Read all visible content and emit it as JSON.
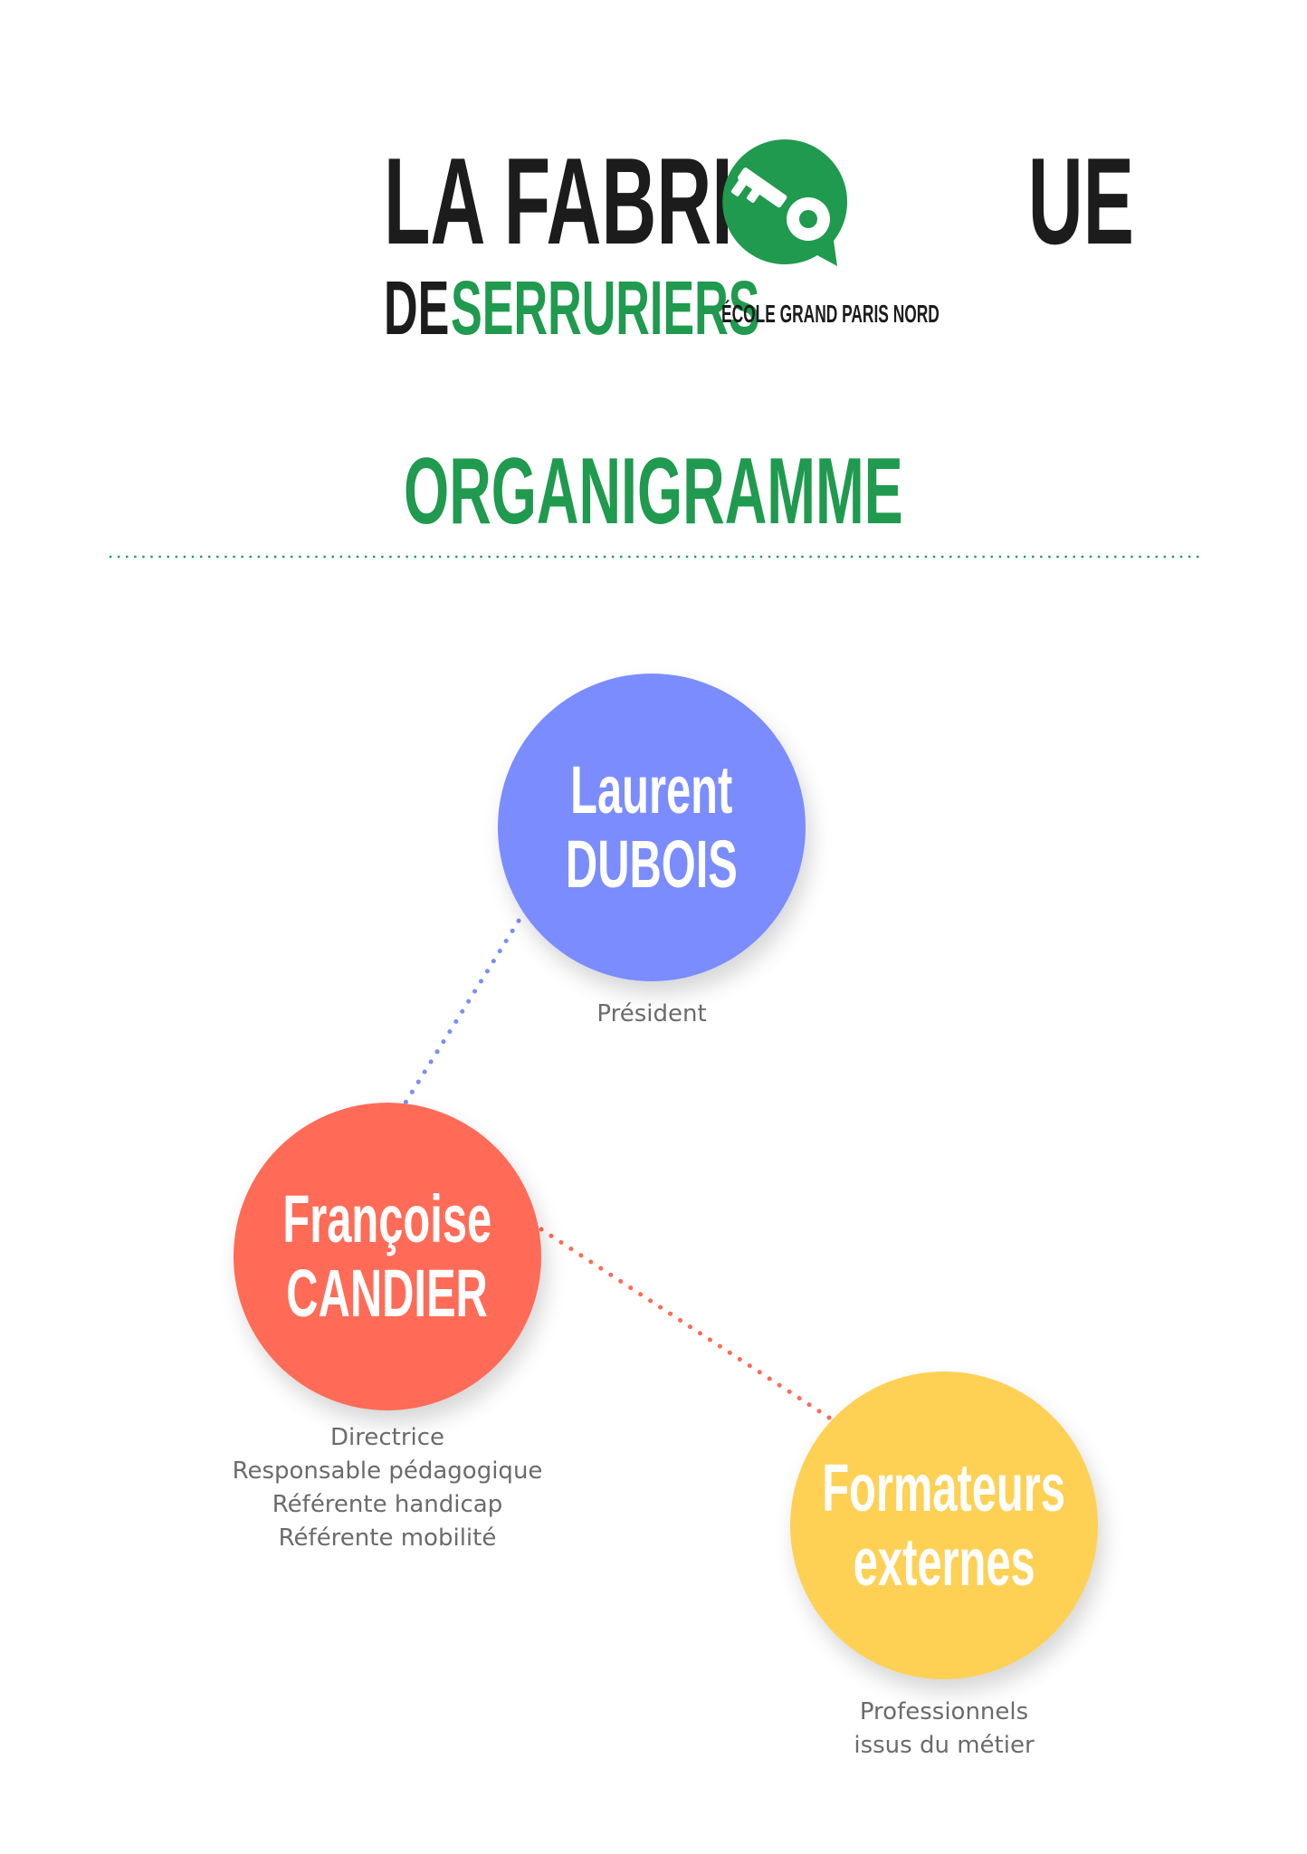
{
  "logo": {
    "line1_start": "LA FABRI",
    "line1_end": "UE",
    "line2_prefix": "DE",
    "line2_highlight": "SERRURIERS",
    "tagline": "ÉCOLE GRAND PARIS NORD",
    "icon": "key-speech-bubble-icon",
    "colors": {
      "dark": "#1c1c1c",
      "green": "#1f9a4e"
    }
  },
  "title": "ORGANIGRAMME",
  "nodes": {
    "president": {
      "name_line1": "Laurent",
      "name_line2": "DUBOIS",
      "role_lines": [
        "Président"
      ],
      "color": "#7b8cff"
    },
    "directrice": {
      "name_line1": "Françoise",
      "name_line2": "CANDIER",
      "role_lines": [
        "Directrice",
        "Responsable pédagogique",
        "Référente handicap",
        "Référente mobilité"
      ],
      "color": "#ff6b57"
    },
    "formateurs": {
      "name_line1": "Formateurs",
      "name_line2": "externes",
      "role_lines": [
        "Professionnels",
        "issus du métier"
      ],
      "color": "#fed155"
    }
  },
  "connectors": [
    {
      "from": "president",
      "to": "directrice",
      "color": "#7b8cff"
    },
    {
      "from": "directrice",
      "to": "formateurs",
      "color": "#ff6b57"
    }
  ],
  "divider_color": "#1f9a4e"
}
